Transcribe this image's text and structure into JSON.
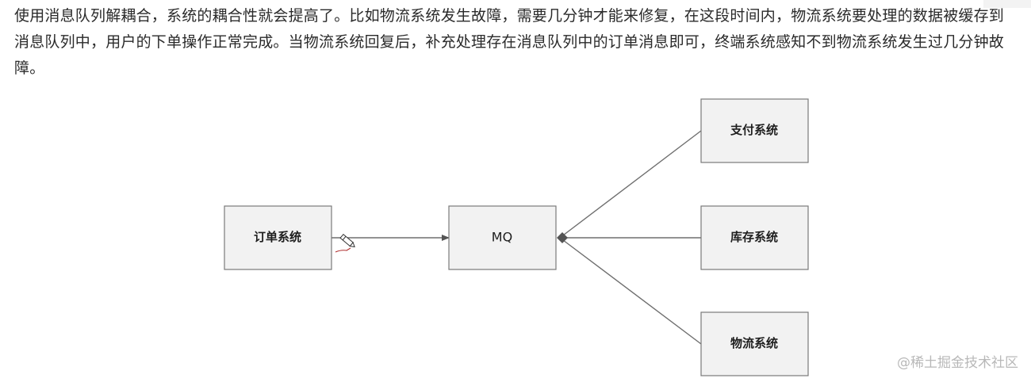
{
  "article": {
    "paragraph": "使用消息队列解耦合，系统的耦合性就会提高了。比如物流系统发生故障，需要几分钟才能来修复，在这段时间内，物流系统要处理的数据被缓存到消息队列中，用户的下单操作正常完成。当物流系统回复后，补充处理存在消息队列中的订单消息即可，终端系统感知不到物流系统发生过几分钟故障。"
  },
  "diagram": {
    "nodes": {
      "order": "订单系统",
      "mq": "MQ",
      "payment": "支付系统",
      "inventory": "库存系统",
      "logistics": "物流系统"
    }
  },
  "watermark": "@稀土掘金技术社区",
  "colors": {
    "box_fill": "#f2f2f2",
    "box_stroke": "#7a7a7a",
    "edge": "#6e6e6e",
    "text": "#2a2a2a",
    "watermark": "#b8b8b8"
  },
  "icons": [
    "pencil-cursor-icon"
  ]
}
